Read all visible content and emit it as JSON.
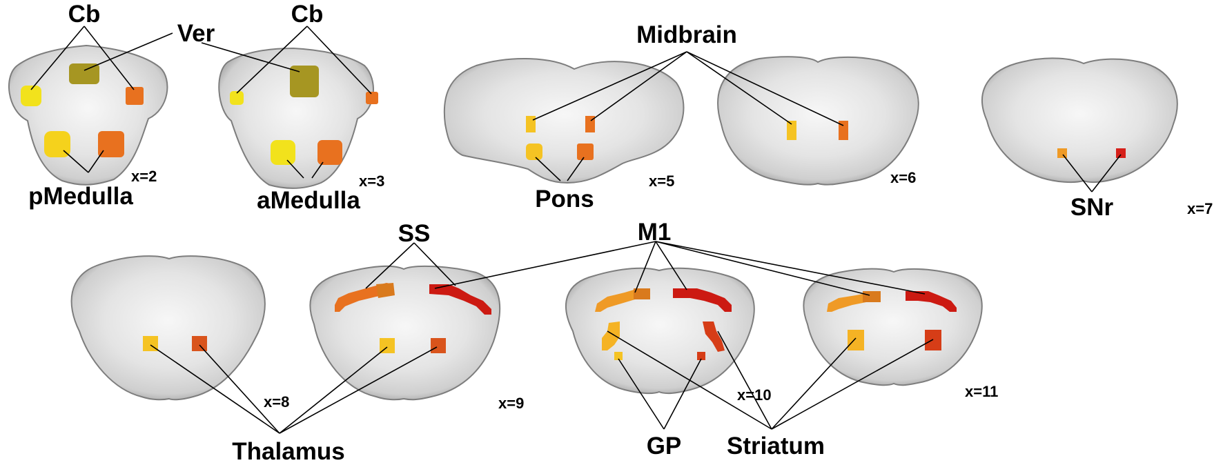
{
  "labels": {
    "cb_1": "Cb",
    "ver": "Ver",
    "cb_2": "Cb",
    "midbrain": "Midbrain",
    "pmedulla": "pMedulla",
    "amedulla": "aMedulla",
    "pons": "Pons",
    "snr": "SNr",
    "ss": "SS",
    "m1": "M1",
    "thalamus": "Thalamus",
    "gp": "GP",
    "striatum": "Striatum"
  },
  "slices": [
    "x=2",
    "x=3",
    "x=5",
    "x=6",
    "x=7",
    "x=8",
    "x=9",
    "x=10",
    "x=11"
  ],
  "colors": {
    "yellow": "#f2e21c",
    "gold": "#f5c323",
    "olive": "#a69622",
    "light_orange": "#ef9a26",
    "orange": "#e8711f",
    "dark_orange": "#d9541c",
    "red_orange": "#d63d17",
    "red": "#cc1a12",
    "brain_light": "#f3f3f3",
    "brain_mid": "#d6d6d6",
    "brain_edge": "#8c8c8c"
  }
}
